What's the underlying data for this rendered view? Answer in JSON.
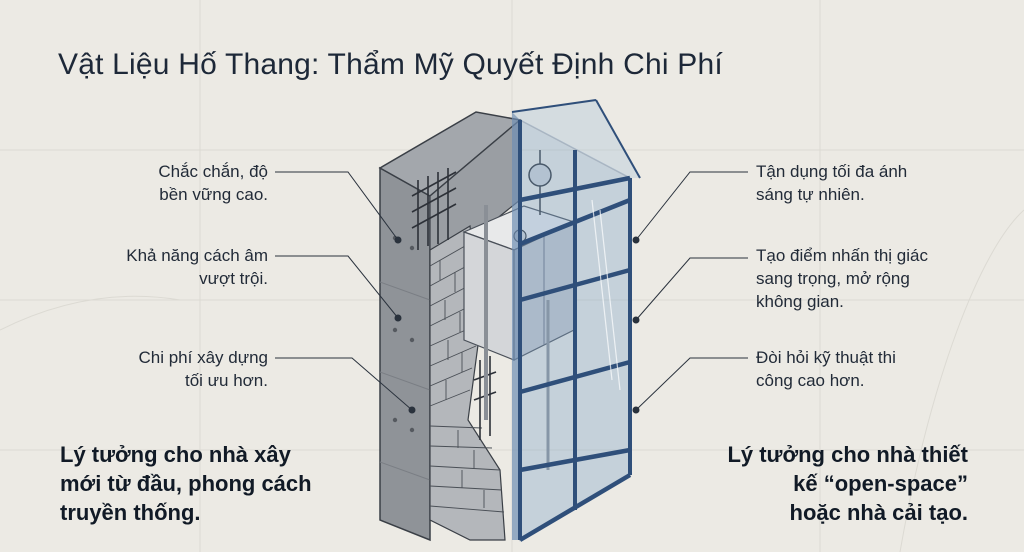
{
  "title": "Vật Liệu Hố Thang: Thẩm Mỹ Quyết Định Chi Phí",
  "left_notes": [
    {
      "line1": "Chắc chắn, độ",
      "line2": "bền vững cao."
    },
    {
      "line1": "Khả năng cách âm",
      "line2": "vượt trội."
    },
    {
      "line1": "Chi phí xây dựng",
      "line2": "tối ưu hơn."
    }
  ],
  "right_notes": [
    {
      "line1": "Tận dụng tối đa ánh",
      "line2": "sáng tự nhiên.",
      "line3": ""
    },
    {
      "line1": "Tạo điểm nhấn thị giác",
      "line2": "sang trọng, mở rộng",
      "line3": "không gian."
    },
    {
      "line1": "Đòi hỏi kỹ thuật thi",
      "line2": "công cao hơn.",
      "line3": ""
    }
  ],
  "left_summary": {
    "line1": "Lý tưởng cho nhà xây",
    "line2": "mới từ đầu, phong cách",
    "line3": "truyền thống."
  },
  "right_summary": {
    "line1": "Lý tưởng cho nhà thiết",
    "line2": "kế “open-space”",
    "line3": "hoặc nhà cải tạo."
  },
  "colors": {
    "background": "#eceae4",
    "concrete": "#8e9297",
    "brick": "#a9adb2",
    "glass": "#7fa4c8",
    "steel_frame": "#2f4f7a"
  }
}
